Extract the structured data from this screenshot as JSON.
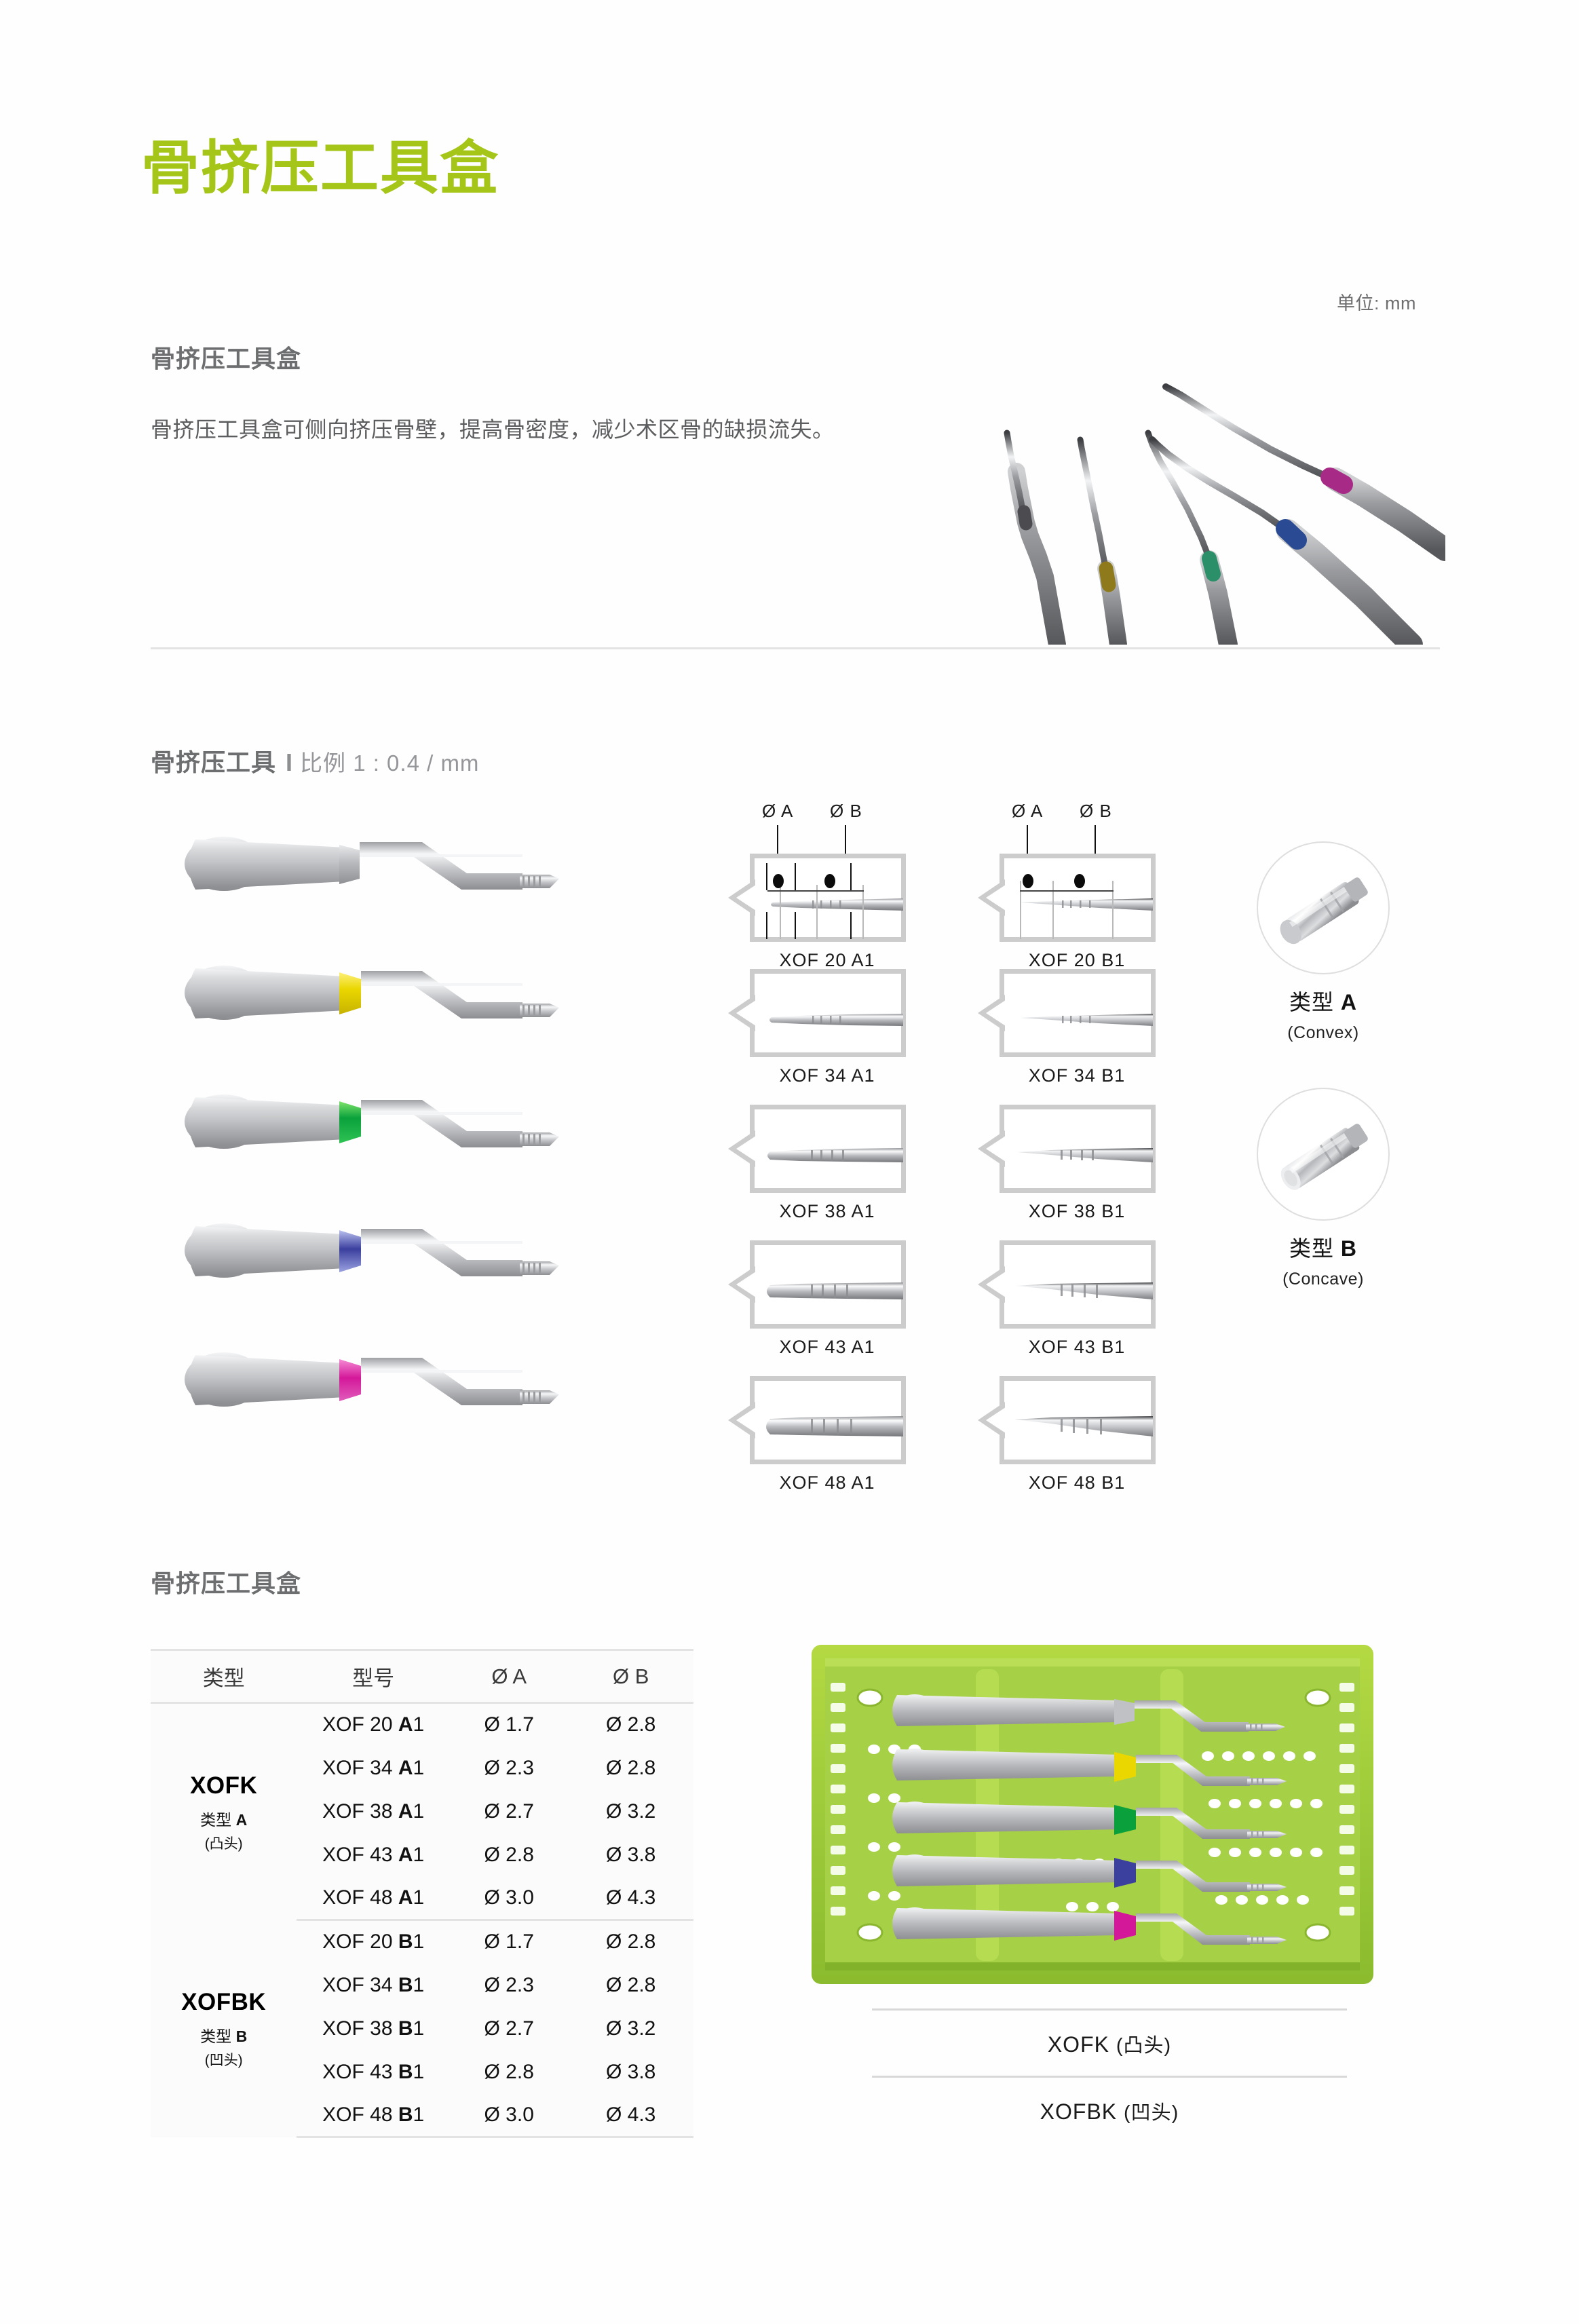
{
  "page": {
    "title": "骨挤压工具盒",
    "unit_label": "单位: mm",
    "accent_color": "#a5c618",
    "heading_color": "#6d6e70"
  },
  "intro": {
    "heading": "骨挤压工具盒",
    "description": "骨挤压工具盒可侧向挤压骨壁，提高骨密度，减少术区骨的缺损流失。"
  },
  "tools_section": {
    "heading": "骨挤压工具",
    "separator": "I",
    "scale": "比例 1 : 0.4 / mm",
    "instruments": [
      {
        "name": "XOF 20",
        "collar_color": "#b9bcc0",
        "collar_name": "silver"
      },
      {
        "name": "XOF 34",
        "collar_color": "#ead700",
        "collar_name": "yellow"
      },
      {
        "name": "XOF 38",
        "collar_color": "#0aa13c",
        "collar_name": "green"
      },
      {
        "name": "XOF 43",
        "collar_color": "#3b3f9e",
        "collar_name": "blue"
      },
      {
        "name": "XOF 48",
        "collar_color": "#d4189a",
        "collar_name": "magenta"
      }
    ],
    "diameter_labels": {
      "a": "Ø A",
      "b": "Ø B"
    },
    "diagrams_col_a": [
      {
        "label": "XOF 20 A1",
        "type": "A"
      },
      {
        "label": "XOF 34 A1",
        "type": "A"
      },
      {
        "label": "XOF 38 A1",
        "type": "A"
      },
      {
        "label": "XOF 43 A1",
        "type": "A"
      },
      {
        "label": "XOF 48 A1",
        "type": "A"
      }
    ],
    "diagrams_col_b": [
      {
        "label": "XOF 20 B1",
        "type": "B"
      },
      {
        "label": "XOF 34 B1",
        "type": "B"
      },
      {
        "label": "XOF 38 B1",
        "type": "B"
      },
      {
        "label": "XOF 43 B1",
        "type": "B"
      },
      {
        "label": "XOF 48 B1",
        "type": "B"
      }
    ],
    "type_legend": [
      {
        "name_cn": "类型",
        "letter": "A",
        "name_en": "(Convex)"
      },
      {
        "name_cn": "类型",
        "letter": "B",
        "name_en": "(Concave)"
      }
    ]
  },
  "kit_section": {
    "heading": "骨挤压工具盒",
    "table": {
      "headers": [
        "类型",
        "型号",
        "Ø A",
        "Ø B"
      ],
      "groups": [
        {
          "code": "XOFK",
          "type_cn": "类型",
          "type_letter": "A",
          "type_sub": "(凸头)",
          "rows": [
            {
              "model_prefix": "XOF 20 ",
              "model_letter": "A",
              "model_suffix": "1",
              "dia_a": "Ø 1.7",
              "dia_b": "Ø 2.8"
            },
            {
              "model_prefix": "XOF 34 ",
              "model_letter": "A",
              "model_suffix": "1",
              "dia_a": "Ø 2.3",
              "dia_b": "Ø 2.8"
            },
            {
              "model_prefix": "XOF 38 ",
              "model_letter": "A",
              "model_suffix": "1",
              "dia_a": "Ø 2.7",
              "dia_b": "Ø 3.2"
            },
            {
              "model_prefix": "XOF 43 ",
              "model_letter": "A",
              "model_suffix": "1",
              "dia_a": "Ø 2.8",
              "dia_b": "Ø 3.8"
            },
            {
              "model_prefix": "XOF 48 ",
              "model_letter": "A",
              "model_suffix": "1",
              "dia_a": "Ø 3.0",
              "dia_b": "Ø 4.3"
            }
          ]
        },
        {
          "code": "XOFBK",
          "type_cn": "类型",
          "type_letter": "B",
          "type_sub": "(凹头)",
          "rows": [
            {
              "model_prefix": "XOF 20 ",
              "model_letter": "B",
              "model_suffix": "1",
              "dia_a": "Ø 1.7",
              "dia_b": "Ø 2.8"
            },
            {
              "model_prefix": "XOF 34 ",
              "model_letter": "B",
              "model_suffix": "1",
              "dia_a": "Ø 2.3",
              "dia_b": "Ø 2.8"
            },
            {
              "model_prefix": "XOF 38 ",
              "model_letter": "B",
              "model_suffix": "1",
              "dia_a": "Ø 2.7",
              "dia_b": "Ø 3.2"
            },
            {
              "model_prefix": "XOF 43 ",
              "model_letter": "B",
              "model_suffix": "1",
              "dia_a": "Ø 2.8",
              "dia_b": "Ø 3.8"
            },
            {
              "model_prefix": "XOF 48 ",
              "model_letter": "B",
              "model_suffix": "1",
              "dia_a": "Ø 3.0",
              "dia_b": "Ø 4.3"
            }
          ]
        }
      ]
    },
    "kit_labels": [
      {
        "code": "XOFK",
        "cn": "(凸头)"
      },
      {
        "code": "XOFBK",
        "cn": "(凹头)"
      }
    ],
    "tray_color": "#9fcc3b"
  }
}
